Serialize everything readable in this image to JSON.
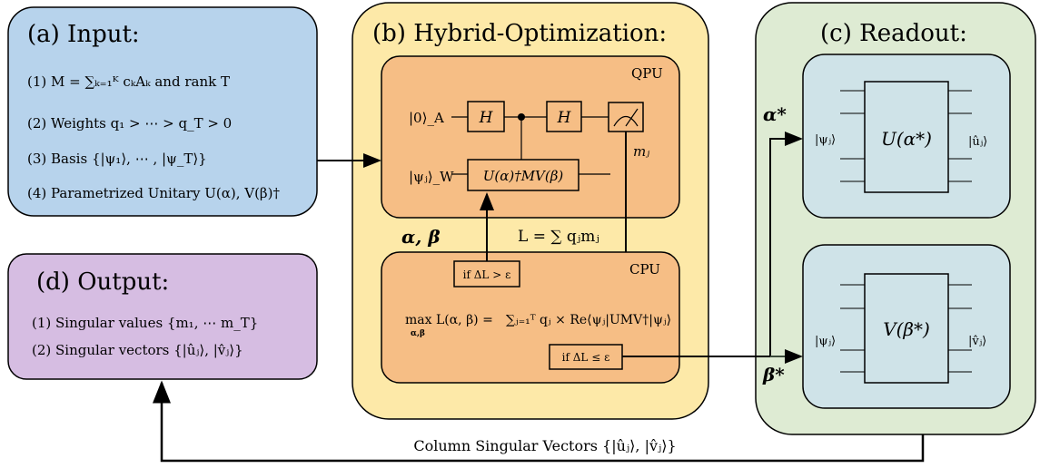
{
  "input_panel": {
    "title": "(a) Input:",
    "items": [
      "(1) M = ∑ₖ₌₁ᴷ cₖAₖ and rank T",
      "(2) Weights  q₁ > ⋯ > q_T > 0",
      "(3) Basis {|ψ₁⟩, ⋯ , |ψ_T⟩}",
      "(4) Parametrized Unitary U(α), V(β)†"
    ]
  },
  "hybrid_panel": {
    "title": "(b) Hybrid-Optimization:",
    "qpu": {
      "label": "QPU",
      "ancilla_label": "|0⟩_A",
      "work_label": "|ψⱼ⟩_W",
      "hadamard_1": "H",
      "hadamard_2": "H",
      "controlled_op": "U(α)†MV(β)",
      "measurement_output": "mⱼ"
    },
    "loss_label": "L = ∑ qⱼmⱼ",
    "params_label": "α, β",
    "cpu": {
      "label": "CPU",
      "condition_loop": "if ΔL > ε",
      "objective_lhs": "max L(α, β) =",
      "objective_sub": "α,β",
      "objective_rhs": "∑ⱼ₌₁ᵀ qⱼ × Re⟨ψⱼ|UMV†|ψⱼ⟩",
      "condition_exit": "if ΔL ≤ ε"
    }
  },
  "readout_panel": {
    "title": "(c) Readout:",
    "u_circuit": {
      "gate": "U(α*)",
      "input_state": "|ψⱼ⟩",
      "output_state": "|ûⱼ⟩"
    },
    "v_circuit": {
      "gate": "V(β*)",
      "input_state": "|ψⱼ⟩",
      "output_state": "|v̂ⱼ⟩"
    },
    "alpha_label": "α*",
    "beta_label": "β*"
  },
  "output_panel": {
    "title": "(d) Output:",
    "items": [
      "(1) Singular values {m₁, ⋯ m_T}",
      "(2) Singular vectors {|ûⱼ⟩, |v̂ⱼ⟩}"
    ]
  },
  "feedback_label": "Column Singular Vectors {|ûⱼ⟩, |v̂ⱼ⟩}",
  "colors": {
    "input": "#b7d3ec",
    "hybrid": "#fde9a8",
    "inner_orange": "#f6be85",
    "readout": "#deebd3",
    "readout_inner": "#cfe3e8",
    "output": "#d6bde2"
  }
}
